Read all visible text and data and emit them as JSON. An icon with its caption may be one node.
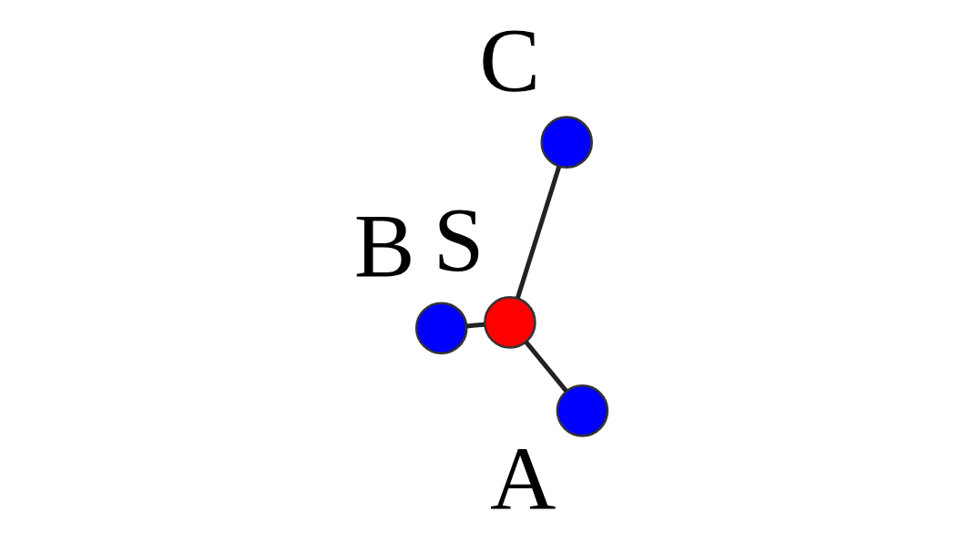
{
  "diagram": {
    "nodes": [
      {
        "text": [],
        "shape": "circle",
        "beside": [
          "B"
        ]
      },
      {
        "text": [],
        "shape": "circle",
        "beside": [
          "S"
        ]
      },
      {
        "text": [],
        "shape": "circle",
        "beside": [
          "A"
        ]
      },
      {
        "text": [],
        "shape": "circle",
        "beside": [
          "C"
        ]
      }
    ],
    "edges": [
      {
        "from": 1,
        "to": 0,
        "arrow": "none"
      },
      {
        "from": 1,
        "to": 2,
        "arrow": "none"
      },
      {
        "from": 1,
        "to": 3,
        "arrow": "none"
      }
    ]
  }
}
